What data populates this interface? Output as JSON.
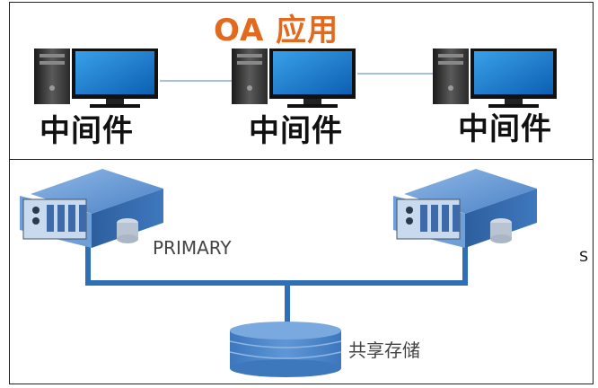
{
  "title": "OA 应用",
  "nodes": [
    {
      "label": "中间件",
      "icon": "desktop-computer-icon"
    },
    {
      "label": "中间件",
      "icon": "desktop-computer-icon"
    },
    {
      "label": "中间件",
      "icon": "desktop-computer-icon"
    }
  ],
  "servers": {
    "primary_label": "PRIMARY",
    "icon": "rack-server-icon"
  },
  "storage": {
    "label": "共享存储",
    "icon": "database-cylinder-icon"
  },
  "side_mark": "S",
  "colors": {
    "title": "#e26a1e",
    "link": "#2e6fb5",
    "server": "#3b78c3",
    "storage": "#4a86c8"
  }
}
